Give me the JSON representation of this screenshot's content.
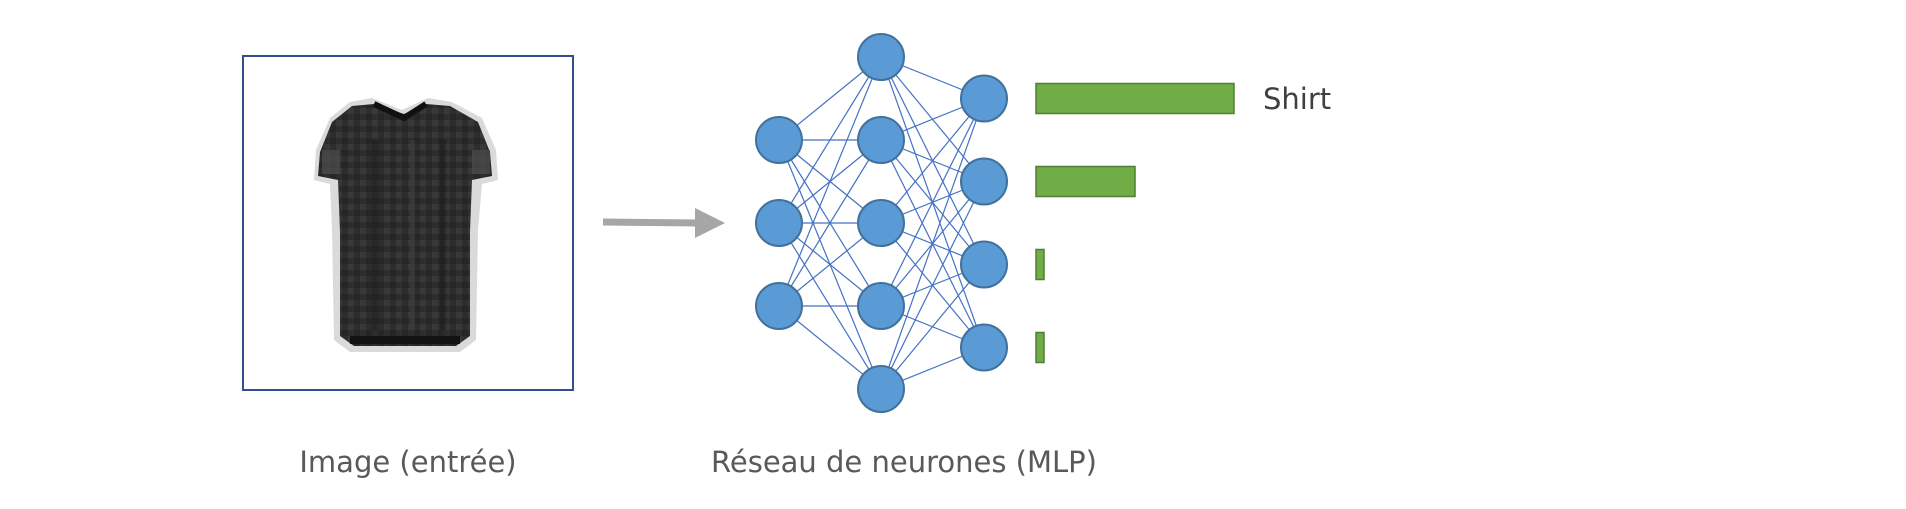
{
  "input": {
    "caption": "Image (entrée)"
  },
  "network": {
    "caption": "Réseau de neurones (MLP)",
    "layers": [
      3,
      5,
      4
    ],
    "node_color": "#5b9bd5",
    "edge_color": "#4472c4"
  },
  "output": {
    "top_label": "Shirt",
    "bar_color": "#70ad47",
    "probabilities": [
      0.6,
      0.3,
      0.02,
      0.02
    ]
  },
  "colors": {
    "frame": "#2f4f8f",
    "arrow": "#a6a6a6",
    "text": "#595959"
  }
}
